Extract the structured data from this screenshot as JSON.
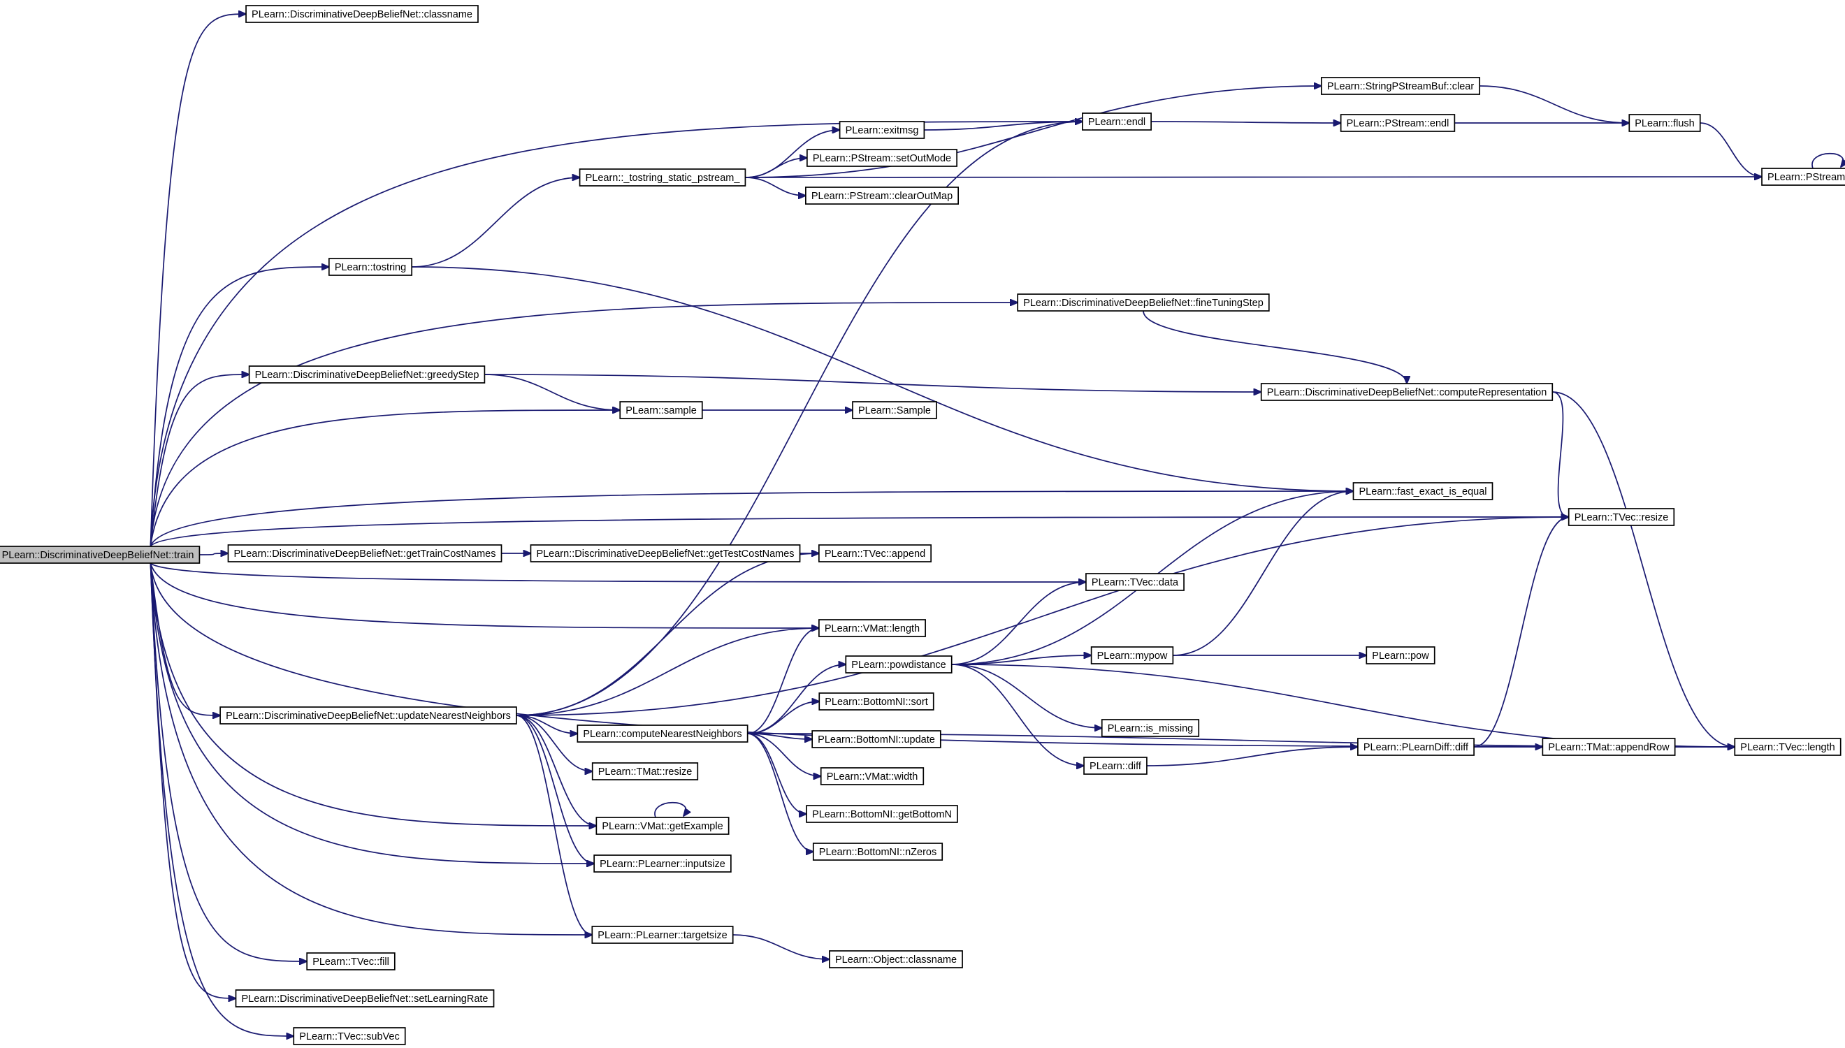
{
  "diagram": {
    "type": "call-graph",
    "colors": {
      "edge": "#191970",
      "node_border": "#000000",
      "root_fill": "#bfbfbf",
      "node_fill": "#ffffff"
    },
    "nodes": [
      {
        "id": "train",
        "label": "PLearn::DiscriminativeDeepBeliefNet::train",
        "root": true
      },
      {
        "id": "classname",
        "label": "PLearn::DiscriminativeDeepBeliefNet::classname"
      },
      {
        "id": "tostring",
        "label": "PLearn::tostring"
      },
      {
        "id": "tostring_static",
        "label": "PLearn::_tostring_static_pstream_"
      },
      {
        "id": "exitmsg",
        "label": "PLearn::exitmsg"
      },
      {
        "id": "endl",
        "label": "PLearn::endl"
      },
      {
        "id": "strbuf_clear",
        "label": "PLearn::StringPStreamBuf::clear"
      },
      {
        "id": "pstream_endl",
        "label": "PLearn::PStream::endl"
      },
      {
        "id": "flush",
        "label": "PLearn::flush"
      },
      {
        "id": "pstream_flush",
        "label": "PLearn::PStream::flush"
      },
      {
        "id": "setOutMode",
        "label": "PLearn::PStream::setOutMode"
      },
      {
        "id": "clearOutMap",
        "label": "PLearn::PStream::clearOutMap"
      },
      {
        "id": "fineTuningStep",
        "label": "PLearn::DiscriminativeDeepBeliefNet::fineTuningStep"
      },
      {
        "id": "greedyStep",
        "label": "PLearn::DiscriminativeDeepBeliefNet::greedyStep"
      },
      {
        "id": "computeRepresentation",
        "label": "PLearn::DiscriminativeDeepBeliefNet::computeRepresentation"
      },
      {
        "id": "sample",
        "label": "PLearn::sample"
      },
      {
        "id": "Sample",
        "label": "PLearn::Sample"
      },
      {
        "id": "fast_exact",
        "label": "PLearn::fast_exact_is_equal"
      },
      {
        "id": "tvec_resize",
        "label": "PLearn::TVec::resize"
      },
      {
        "id": "getTrainCostNames",
        "label": "PLearn::DiscriminativeDeepBeliefNet::getTrainCostNames"
      },
      {
        "id": "getTestCostNames",
        "label": "PLearn::DiscriminativeDeepBeliefNet::getTestCostNames"
      },
      {
        "id": "tvec_append",
        "label": "PLearn::TVec::append"
      },
      {
        "id": "tvec_data",
        "label": "PLearn::TVec::data"
      },
      {
        "id": "vmat_length",
        "label": "PLearn::VMat::length"
      },
      {
        "id": "powdistance",
        "label": "PLearn::powdistance"
      },
      {
        "id": "mypow",
        "label": "PLearn::mypow"
      },
      {
        "id": "pow",
        "label": "PLearn::pow"
      },
      {
        "id": "updateNN",
        "label": "PLearn::DiscriminativeDeepBeliefNet::updateNearestNeighbors"
      },
      {
        "id": "computeNN",
        "label": "PLearn::computeNearestNeighbors"
      },
      {
        "id": "bnl_sort",
        "label": "PLearn::BottomNI::sort"
      },
      {
        "id": "is_missing",
        "label": "PLearn::is_missing"
      },
      {
        "id": "bnl_update",
        "label": "PLearn::BottomNI::update"
      },
      {
        "id": "diff",
        "label": "PLearn::diff"
      },
      {
        "id": "plearndiff",
        "label": "PLearn::PLearnDiff::diff"
      },
      {
        "id": "appendRow",
        "label": "PLearn::TMat::appendRow"
      },
      {
        "id": "tvec_length",
        "label": "PLearn::TVec::length"
      },
      {
        "id": "tmat_resize",
        "label": "PLearn::TMat::resize"
      },
      {
        "id": "vmat_width",
        "label": "PLearn::VMat::width"
      },
      {
        "id": "getBottomN",
        "label": "PLearn::BottomNI::getBottomN"
      },
      {
        "id": "getExample",
        "label": "PLearn::VMat::getExample"
      },
      {
        "id": "nZeros",
        "label": "PLearn::BottomNI::nZeros"
      },
      {
        "id": "inputsize",
        "label": "PLearn::PLearner::inputsize"
      },
      {
        "id": "targetsize",
        "label": "PLearn::PLearner::targetsize"
      },
      {
        "id": "obj_classname",
        "label": "PLearn::Object::classname"
      },
      {
        "id": "tvec_fill",
        "label": "PLearn::TVec::fill"
      },
      {
        "id": "setLearningRate",
        "label": "PLearn::DiscriminativeDeepBeliefNet::setLearningRate"
      },
      {
        "id": "subVec",
        "label": "PLearn::TVec::subVec"
      }
    ],
    "edges": [
      [
        "train",
        "classname"
      ],
      [
        "train",
        "tostring"
      ],
      [
        "train",
        "endl"
      ],
      [
        "train",
        "fineTuningStep"
      ],
      [
        "train",
        "greedyStep"
      ],
      [
        "train",
        "sample"
      ],
      [
        "train",
        "tvec_resize"
      ],
      [
        "train",
        "fast_exact"
      ],
      [
        "train",
        "getTrainCostNames"
      ],
      [
        "train",
        "tvec_data"
      ],
      [
        "train",
        "vmat_length"
      ],
      [
        "train",
        "updateNN"
      ],
      [
        "train",
        "getExample"
      ],
      [
        "train",
        "inputsize"
      ],
      [
        "train",
        "tvec_length"
      ],
      [
        "train",
        "targetsize"
      ],
      [
        "train",
        "tvec_fill"
      ],
      [
        "train",
        "setLearningRate"
      ],
      [
        "train",
        "subVec"
      ],
      [
        "tostring",
        "tostring_static"
      ],
      [
        "tostring",
        "fast_exact"
      ],
      [
        "tostring_static",
        "strbuf_clear"
      ],
      [
        "tostring_static",
        "exitmsg"
      ],
      [
        "tostring_static",
        "setOutMode"
      ],
      [
        "tostring_static",
        "clearOutMap"
      ],
      [
        "tostring_static",
        "pstream_flush"
      ],
      [
        "exitmsg",
        "endl"
      ],
      [
        "endl",
        "pstream_endl"
      ],
      [
        "pstream_endl",
        "flush"
      ],
      [
        "strbuf_clear",
        "flush"
      ],
      [
        "flush",
        "pstream_flush"
      ],
      [
        "pstream_flush",
        "pstream_flush"
      ],
      [
        "fineTuningStep",
        "computeRepresentation"
      ],
      [
        "greedyStep",
        "computeRepresentation"
      ],
      [
        "greedyStep",
        "sample"
      ],
      [
        "computeRepresentation",
        "tvec_resize"
      ],
      [
        "computeRepresentation",
        "tvec_length"
      ],
      [
        "sample",
        "Sample"
      ],
      [
        "getTrainCostNames",
        "getTestCostNames"
      ],
      [
        "getTestCostNames",
        "tvec_append"
      ],
      [
        "updateNN",
        "endl"
      ],
      [
        "updateNN",
        "tvec_append"
      ],
      [
        "updateNN",
        "tvec_resize"
      ],
      [
        "updateNN",
        "vmat_length"
      ],
      [
        "updateNN",
        "computeNN"
      ],
      [
        "updateNN",
        "tmat_resize"
      ],
      [
        "updateNN",
        "getExample"
      ],
      [
        "updateNN",
        "inputsize"
      ],
      [
        "updateNN",
        "targetsize"
      ],
      [
        "computeNN",
        "vmat_length"
      ],
      [
        "computeNN",
        "powdistance"
      ],
      [
        "computeNN",
        "bnl_sort"
      ],
      [
        "computeNN",
        "bnl_update"
      ],
      [
        "computeNN",
        "vmat_width"
      ],
      [
        "computeNN",
        "getBottomN"
      ],
      [
        "computeNN",
        "nZeros"
      ],
      [
        "computeNN",
        "tvec_length"
      ],
      [
        "powdistance",
        "tvec_data"
      ],
      [
        "powdistance",
        "fast_exact"
      ],
      [
        "powdistance",
        "mypow"
      ],
      [
        "powdistance",
        "is_missing"
      ],
      [
        "powdistance",
        "diff"
      ],
      [
        "powdistance",
        "tvec_length"
      ],
      [
        "mypow",
        "fast_exact"
      ],
      [
        "mypow",
        "pow"
      ],
      [
        "diff",
        "plearndiff"
      ],
      [
        "plearndiff",
        "tvec_resize"
      ],
      [
        "plearndiff",
        "appendRow"
      ],
      [
        "appendRow",
        "tvec_length"
      ],
      [
        "getExample",
        "getExample"
      ],
      [
        "targetsize",
        "obj_classname"
      ]
    ]
  }
}
